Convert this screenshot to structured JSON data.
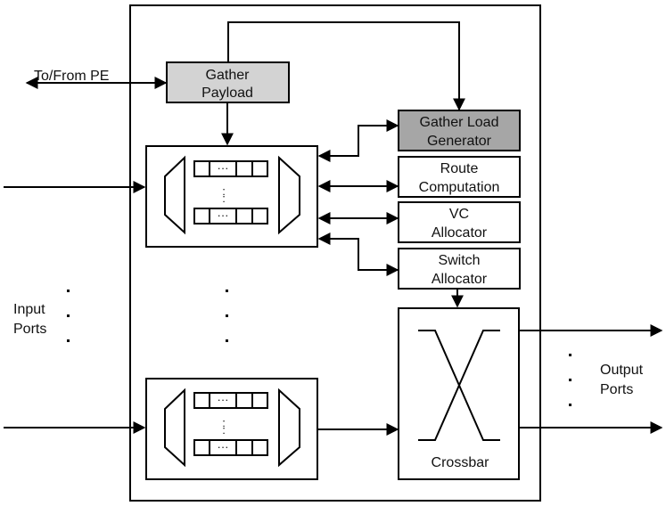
{
  "colors": {
    "stroke": "#000000",
    "gather_payload_fill": "#d3d3d3",
    "gather_load_fill": "#a6a6a6",
    "background": "#ffffff"
  },
  "labels": {
    "to_from_pe": "To/From PE",
    "input_ports": [
      "Input",
      "Ports"
    ],
    "output_ports": [
      "Output",
      "Ports"
    ],
    "crossbar": "Crossbar",
    "buffer_ellipsis": "···",
    "vertical_dots": ":"
  },
  "blocks": {
    "gather_payload": [
      "Gather",
      "Payload"
    ],
    "gather_load_generator": [
      "Gather Load",
      "Generator"
    ],
    "route_computation": [
      "Route",
      "Computation"
    ],
    "vc_allocator": [
      "VC",
      "Allocator"
    ],
    "switch_allocator": [
      "Switch",
      "Allocator"
    ]
  }
}
